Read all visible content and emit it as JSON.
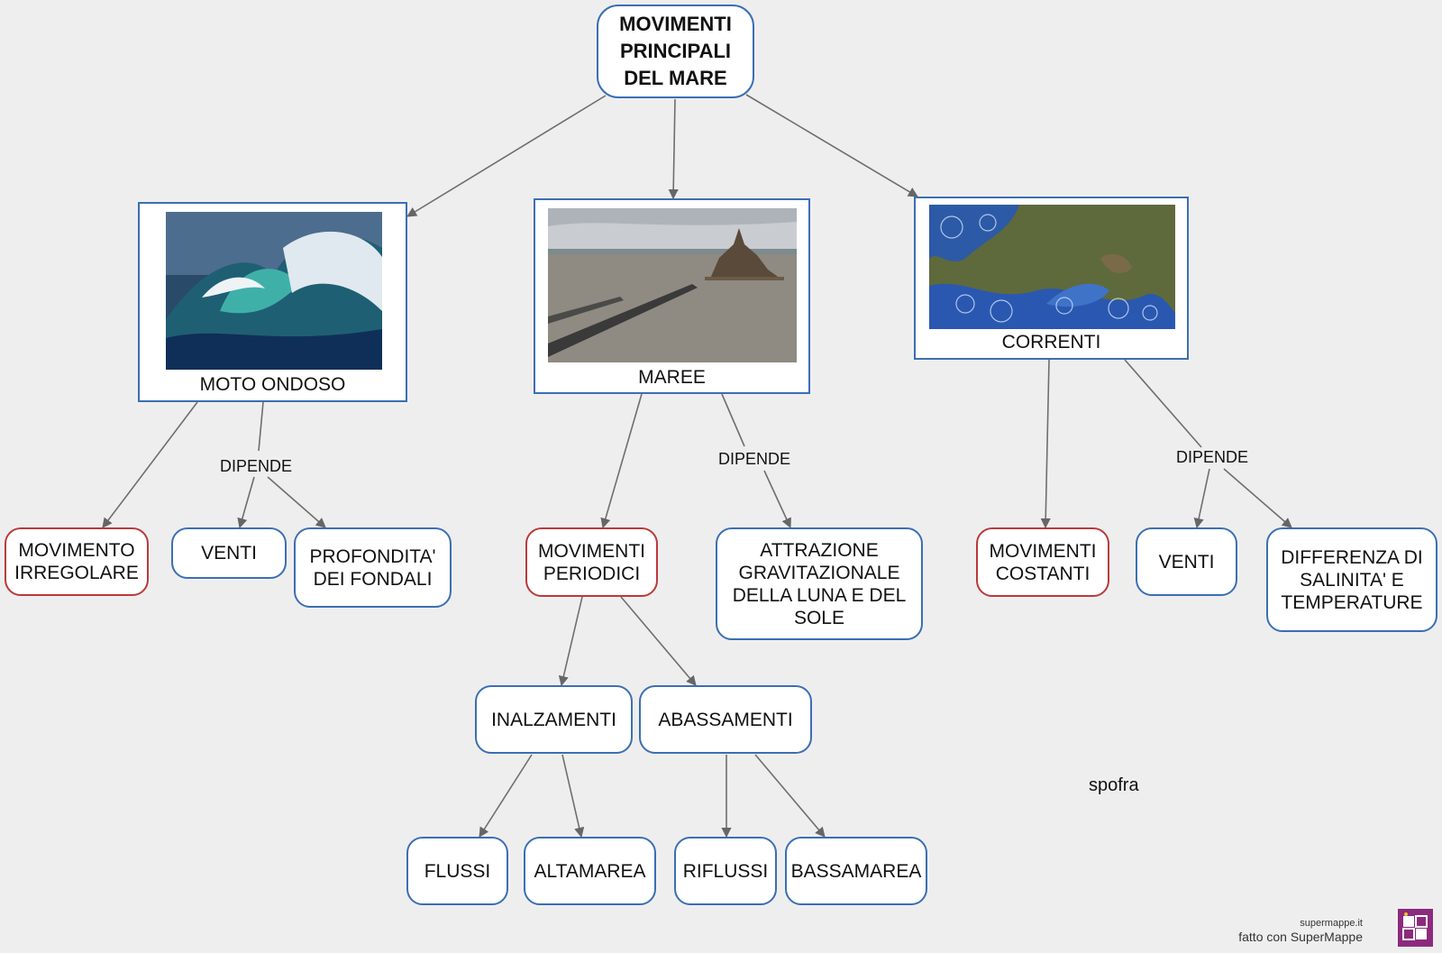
{
  "root": {
    "title": "MOVIMENTI\nPRINCIPALI\nDEL  MARE"
  },
  "categories": {
    "moto_ondoso": {
      "caption": "MOTO ONDOSO",
      "image": "ocean-wave-photo"
    },
    "maree": {
      "caption": "MAREE",
      "image": "mont-saint-michel-photo"
    },
    "correnti": {
      "caption": "CORRENTI",
      "image": "sea-currents-map"
    }
  },
  "link_labels": {
    "dipende_1": "DIPENDE",
    "dipende_2": "DIPENDE",
    "dipende_3": "DIPENDE"
  },
  "nodes": {
    "movimento_irregolare": "MOVIMENTO\nIRREGOLARE",
    "venti_1": "VENTI",
    "profondita": "PROFONDITA'\nDEI FONDALI",
    "movimenti_periodici": "MOVIMENTI\nPERIODICI",
    "attrazione": "ATTRAZIONE\nGRAVITAZIONALE\nDELLA LUNA E DEL\nSOLE",
    "movimenti_costanti": "MOVIMENTI\nCOSTANTI",
    "venti_2": "VENTI",
    "differenza": "DIFFERENZA DI\nSALINITA' E\nTEMPERATURE",
    "inalzamenti": "INALZAMENTI",
    "abassamenti": "ABASSAMENTI",
    "flussi": "FLUSSI",
    "altamarea": "ALTAMAREA",
    "riflussi": "RIFLUSSI",
    "bassamarea": "BASSAMAREA"
  },
  "author": "spofra",
  "footer": {
    "site": "supermappe.it",
    "made_with": "fatto con SuperMappe"
  },
  "colors": {
    "background": "#efeeee",
    "node_border_blue": "#3a6fb3",
    "node_border_red": "#b93a3a",
    "connector": "#666666",
    "logo": "#8c2a7e"
  }
}
